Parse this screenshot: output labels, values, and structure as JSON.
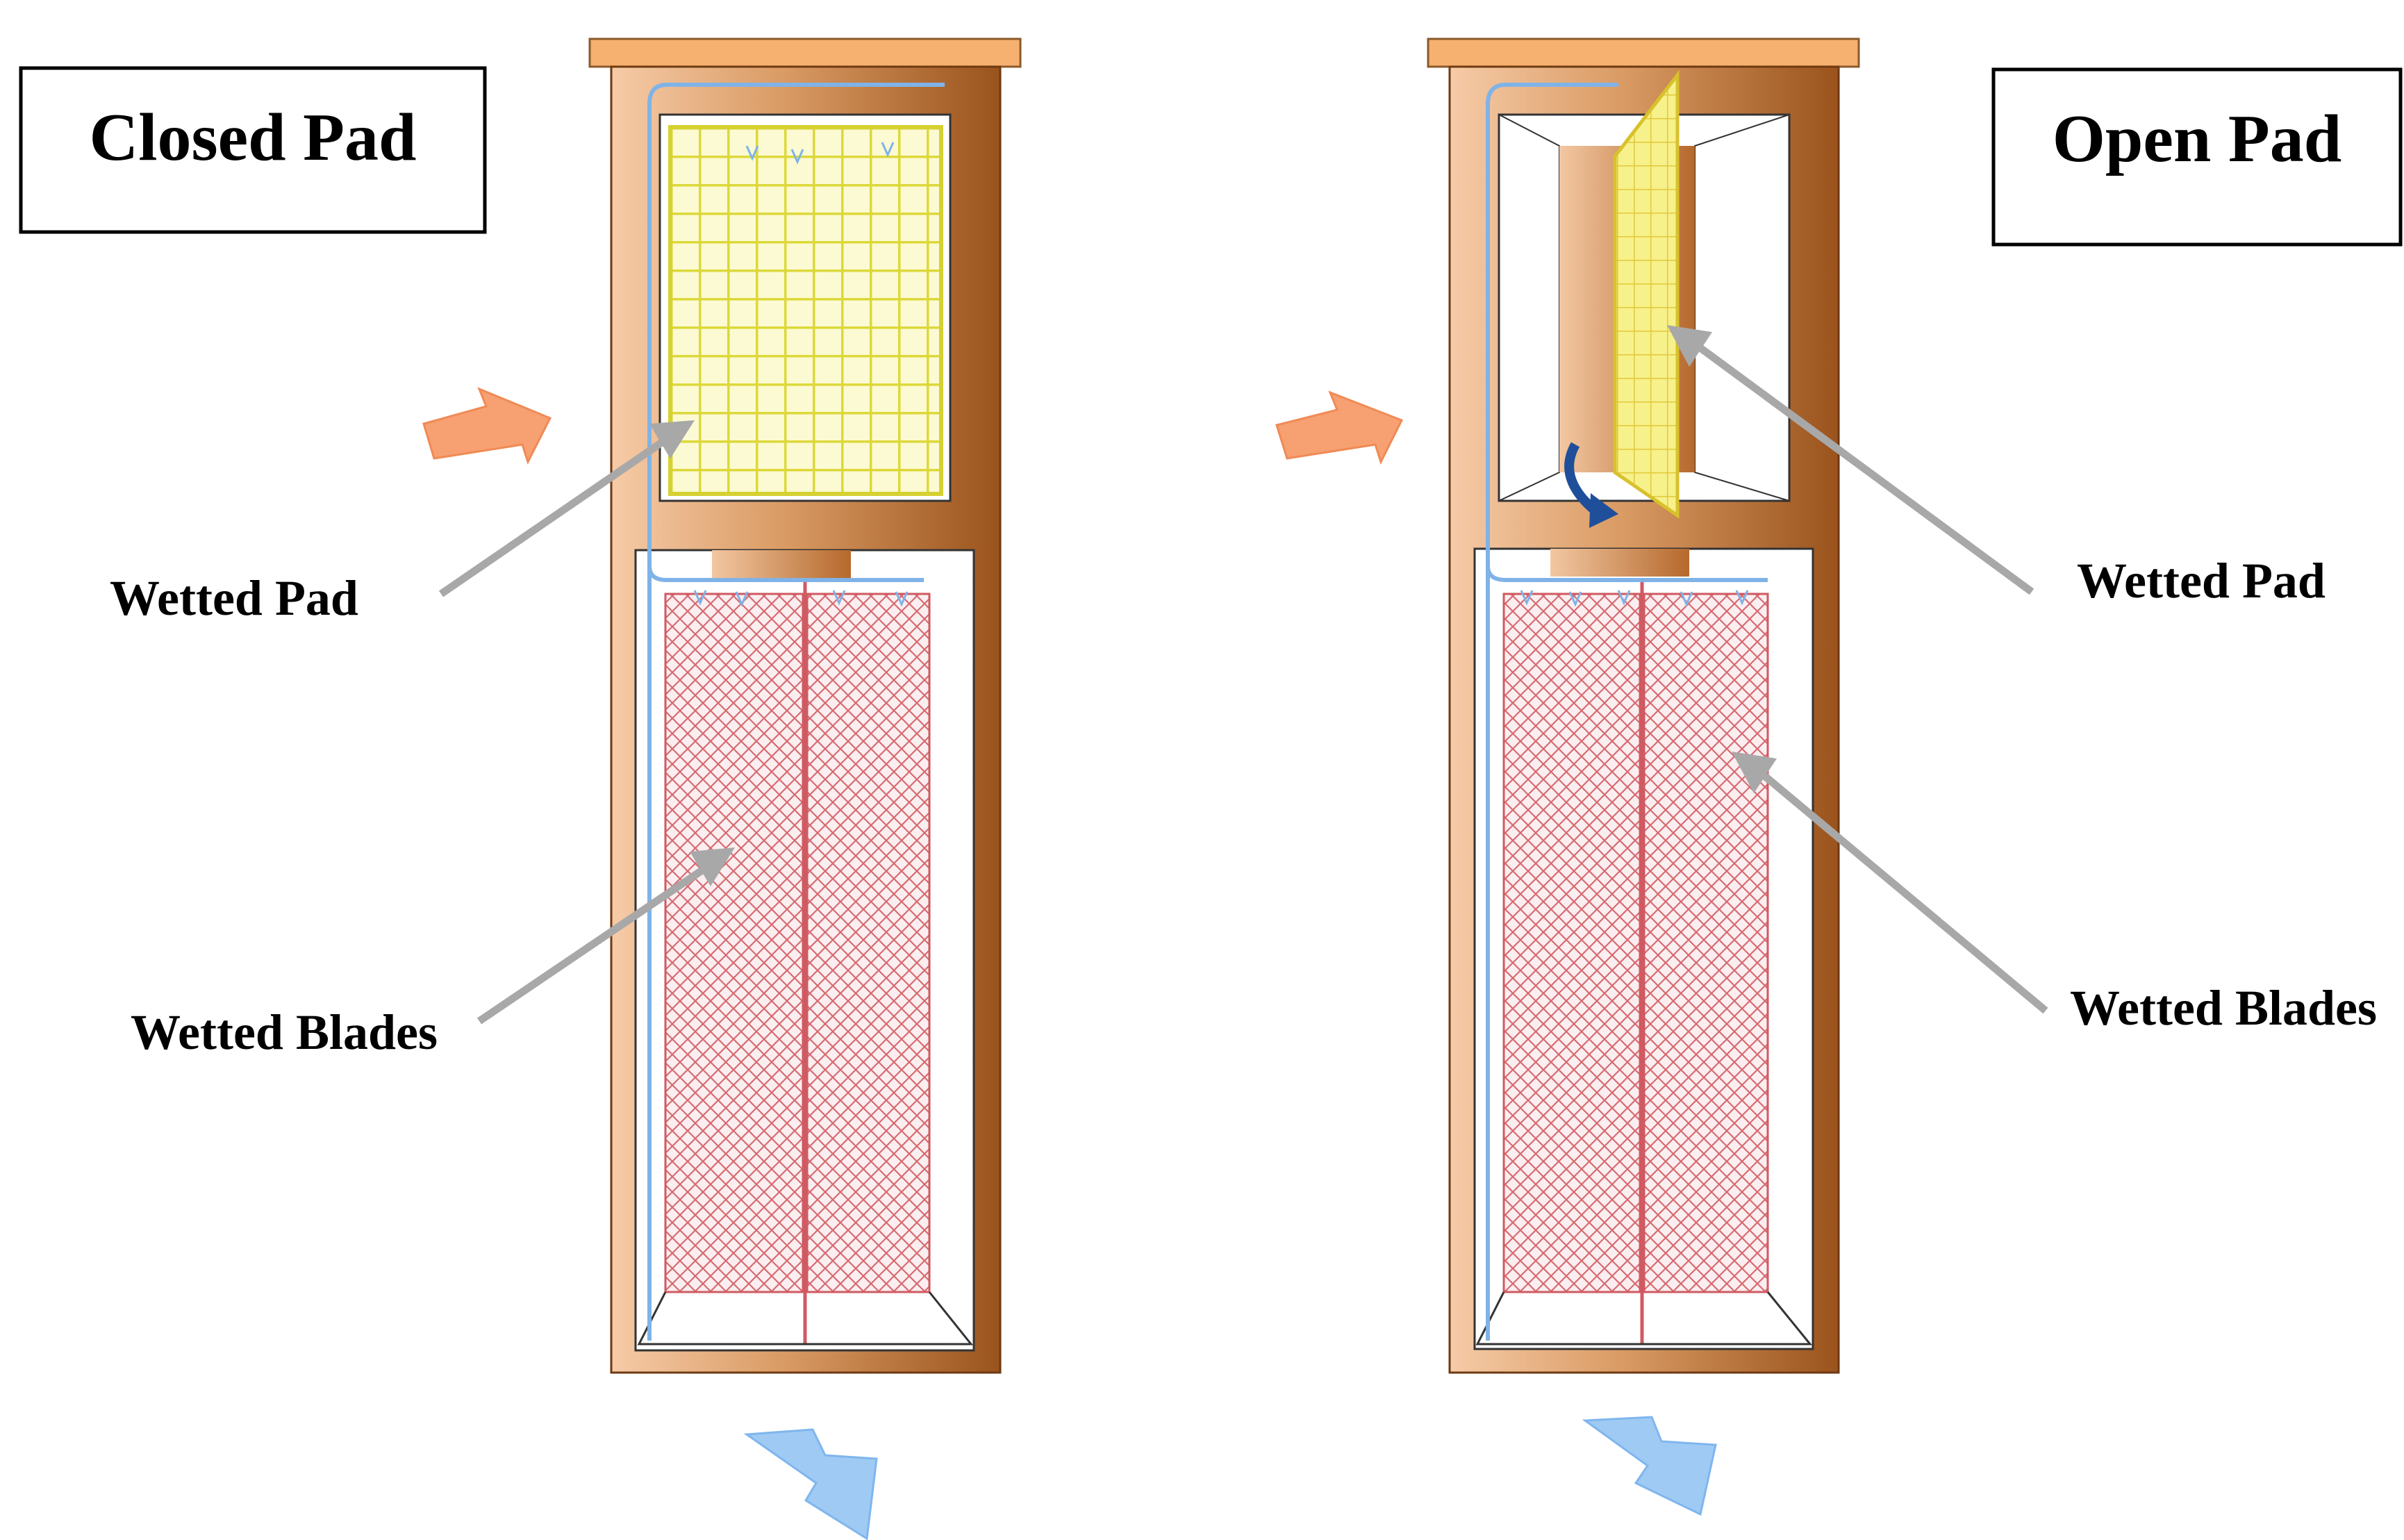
{
  "left_panel": {
    "title": "Closed Pad",
    "wetted_pad_label": "Wetted Pad",
    "wetted_blades_label": "Wetted Blades"
  },
  "right_panel": {
    "title": "Open Pad",
    "wetted_pad_label": "Wetted Pad",
    "wetted_blades_label": "Wetted Blades"
  },
  "colors": {
    "frame_brown": "#a0581e",
    "frame_light": "#f6c9a4",
    "top_cap": "#f6b06f",
    "pad_yellow": "#e4e23a",
    "pad_fill": "#f3f199",
    "blade_mesh": "#d05a62",
    "water_line": "#7fb3e8",
    "inlet_arrow": "#f7a071",
    "outlet_arrow": "#9fcaf3",
    "callout_arrow": "#a8a8a8",
    "rotate_arrow": "#1f4f9a"
  },
  "icons": [
    "air-inlet-arrow-icon",
    "air-outlet-arrow-icon",
    "rotate-arrow-icon",
    "water-drip-icon"
  ]
}
